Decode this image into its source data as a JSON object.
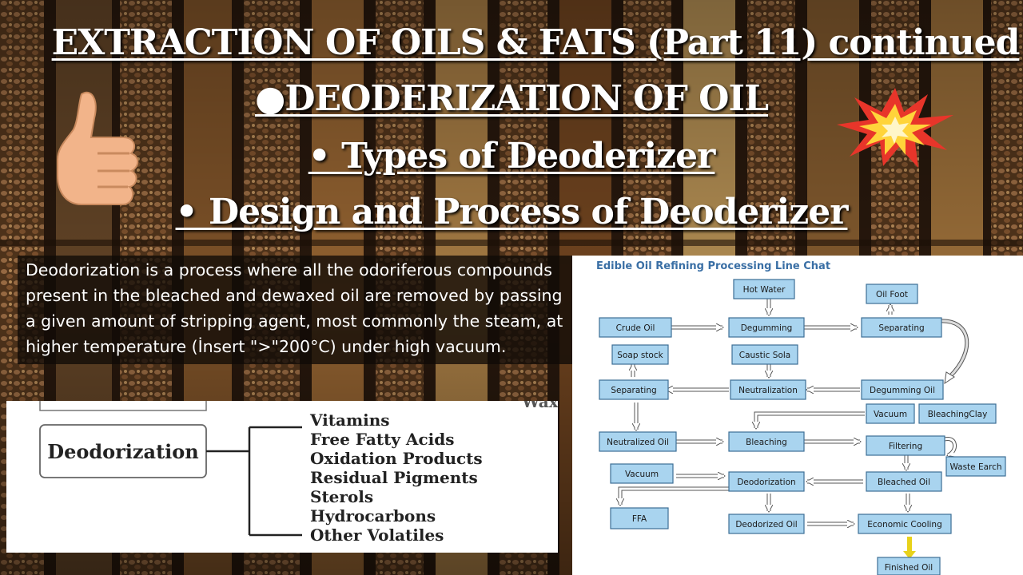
{
  "titles": {
    "line1": "EXTRACTION OF OILS & FATS (Part 11) continued",
    "line2": "●DEODERIZATION OF OIL",
    "line3": "• Types of Deoderizer",
    "line4": "• Design and Process of Deoderizer"
  },
  "description": "Deodorization is a process where all the odoriferous compounds present in the bleached and dewaxed oil are removed by passing a given amount of stripping agent, most commonly the steam, at higher temperature (İnsert \">\"200°C) under high vacuum.",
  "left_diagram": {
    "root": "Deodorization",
    "partial_text": "Wax",
    "items": [
      "Vitamins",
      "Free Fatty Acids",
      "Oxidation Products",
      "Residual Pigments",
      "Sterols",
      "Hydrocarbons",
      "Other Volatiles"
    ]
  },
  "flowchart": {
    "title": "Edible Oil Refining Processing Line Chat",
    "nodes": {
      "hot_water": "Hot Water",
      "oil_foot": "Oil Foot",
      "crude_oil": "Crude Oil",
      "degumming": "Degumming",
      "separating1": "Separating",
      "soap_stock": "Soap stock",
      "caustic_sola": "Caustic Sola",
      "separating2": "Separating",
      "neutralization": "Neutralization",
      "degumming_oil": "Degumming Oil",
      "vacuum1": "Vacuum",
      "bleaching_clay": "BleachingClay",
      "neutralized_oil": "Neutralized Oil",
      "bleaching": "Bleaching",
      "filtering": "Filtering",
      "waste_earch": "Waste Earch",
      "vacuum2": "Vacuum",
      "deodorization": "Deodorization",
      "bleached_oil": "Bleached Oil",
      "ffa": "FFA",
      "deodorized_oil": "Deodorized Oil",
      "economic_cooling": "Economic Cooling",
      "finished_oil": "Finished Oil"
    }
  },
  "colors": {
    "node_fill": "#a9d4ef",
    "node_stroke": "#3d6f95",
    "flow_title": "#3a6fa5",
    "arrow_yellow": "#e8d21a"
  }
}
